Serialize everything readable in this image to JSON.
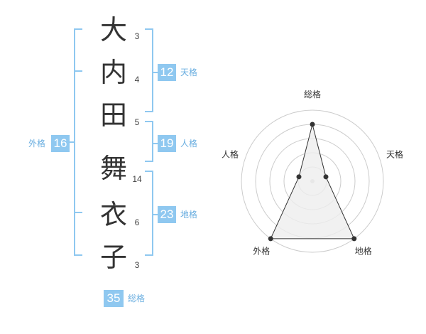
{
  "name": {
    "characters": [
      {
        "char": "大",
        "strokes": "3"
      },
      {
        "char": "内",
        "strokes": "4"
      },
      {
        "char": "田",
        "strokes": "5"
      },
      {
        "char": "舞",
        "strokes": "14"
      },
      {
        "char": "衣",
        "strokes": "6"
      },
      {
        "char": "子",
        "strokes": "3"
      }
    ]
  },
  "kaku": {
    "tenkaku": {
      "value": "12",
      "label": "天格"
    },
    "jinkaku": {
      "value": "19",
      "label": "人格"
    },
    "chikaku": {
      "value": "23",
      "label": "地格"
    },
    "gaikaku": {
      "value": "16",
      "label": "外格"
    },
    "soukaku": {
      "value": "35",
      "label": "総格"
    }
  },
  "chart_data": {
    "type": "radar",
    "axes": [
      "総格",
      "天格",
      "地格",
      "外格",
      "人格"
    ],
    "values": [
      4,
      1,
      5,
      5,
      1
    ],
    "range": [
      0,
      5
    ],
    "rings": 5,
    "colors": {
      "fill": "#eeeeee",
      "line": "#333333",
      "grid": "#cccccc",
      "accent": "#8fc8f0"
    }
  }
}
